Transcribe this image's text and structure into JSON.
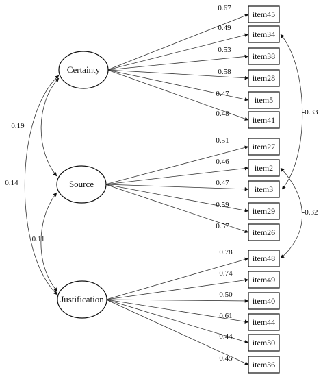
{
  "factors": [
    {
      "id": "certainty",
      "label": "Certainty"
    },
    {
      "id": "source",
      "label": "Source"
    },
    {
      "id": "justification",
      "label": "Justification"
    }
  ],
  "items": [
    {
      "id": "item45",
      "label": "item45",
      "factor": "certainty",
      "loading": "0.67"
    },
    {
      "id": "item34",
      "label": "item34",
      "factor": "certainty",
      "loading": "0.49"
    },
    {
      "id": "item38",
      "label": "item38",
      "factor": "certainty",
      "loading": "0.53"
    },
    {
      "id": "item28",
      "label": "item28",
      "factor": "certainty",
      "loading": "0.58"
    },
    {
      "id": "item5",
      "label": "item5",
      "factor": "certainty",
      "loading": "0.47"
    },
    {
      "id": "item41",
      "label": "item41",
      "factor": "certainty",
      "loading": "0.48"
    },
    {
      "id": "item27",
      "label": "item27",
      "factor": "source",
      "loading": "0.51"
    },
    {
      "id": "item2",
      "label": "item2",
      "factor": "source",
      "loading": "0.46"
    },
    {
      "id": "item3",
      "label": "item3",
      "factor": "source",
      "loading": "0.47"
    },
    {
      "id": "item29",
      "label": "item29",
      "factor": "source",
      "loading": "0.59"
    },
    {
      "id": "item26",
      "label": "item26",
      "factor": "source",
      "loading": "0.57"
    },
    {
      "id": "item48",
      "label": "item48",
      "factor": "justification",
      "loading": "0.78"
    },
    {
      "id": "item49",
      "label": "item49",
      "factor": "justification",
      "loading": "0.74"
    },
    {
      "id": "item40",
      "label": "item40",
      "factor": "justification",
      "loading": "0.50"
    },
    {
      "id": "item44",
      "label": "item44",
      "factor": "justification",
      "loading": "0.61"
    },
    {
      "id": "item30",
      "label": "item30",
      "factor": "justification",
      "loading": "0.44"
    },
    {
      "id": "item36",
      "label": "item36",
      "factor": "justification",
      "loading": "0.45"
    }
  ],
  "factor_correlations": [
    {
      "from": "certainty",
      "to": "source",
      "value": "0.19"
    },
    {
      "from": "source",
      "to": "justification",
      "value": "0.11"
    },
    {
      "from": "certainty",
      "to": "justification",
      "value": "0.14"
    }
  ],
  "residual_correlations": [
    {
      "from": "item34",
      "to": "item3",
      "value": "-0.33"
    },
    {
      "from": "item2",
      "to": "item48",
      "value": "-0.32"
    }
  ]
}
